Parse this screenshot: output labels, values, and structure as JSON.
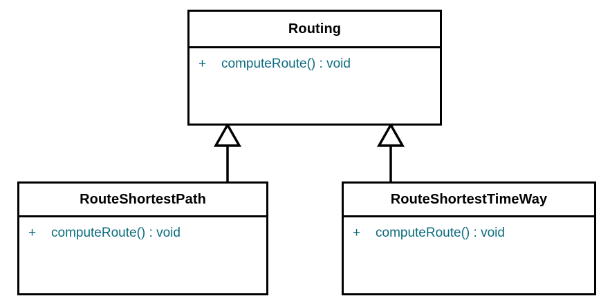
{
  "diagram": {
    "type": "uml-class-diagram",
    "background_color": "#ffffff",
    "border_color": "#000000",
    "member_text_color": "#0a6b7d",
    "class_name_color": "#000000",
    "classes": [
      {
        "id": "routing",
        "name": "Routing",
        "members": [
          {
            "visibility": "+",
            "signature": "computeRoute() : void"
          }
        ]
      },
      {
        "id": "routeshortestpath",
        "name": "RouteShortestPath",
        "members": [
          {
            "visibility": "+",
            "signature": "computeRoute() : void"
          }
        ]
      },
      {
        "id": "routeshortesttimeway",
        "name": "RouteShortestTimeWay",
        "members": [
          {
            "visibility": "+",
            "signature": "computeRoute() : void"
          }
        ]
      }
    ],
    "relationships": [
      {
        "type": "generalization",
        "from": "RouteShortestPath",
        "to": "Routing"
      },
      {
        "type": "generalization",
        "from": "RouteShortestTimeWay",
        "to": "Routing"
      }
    ]
  }
}
